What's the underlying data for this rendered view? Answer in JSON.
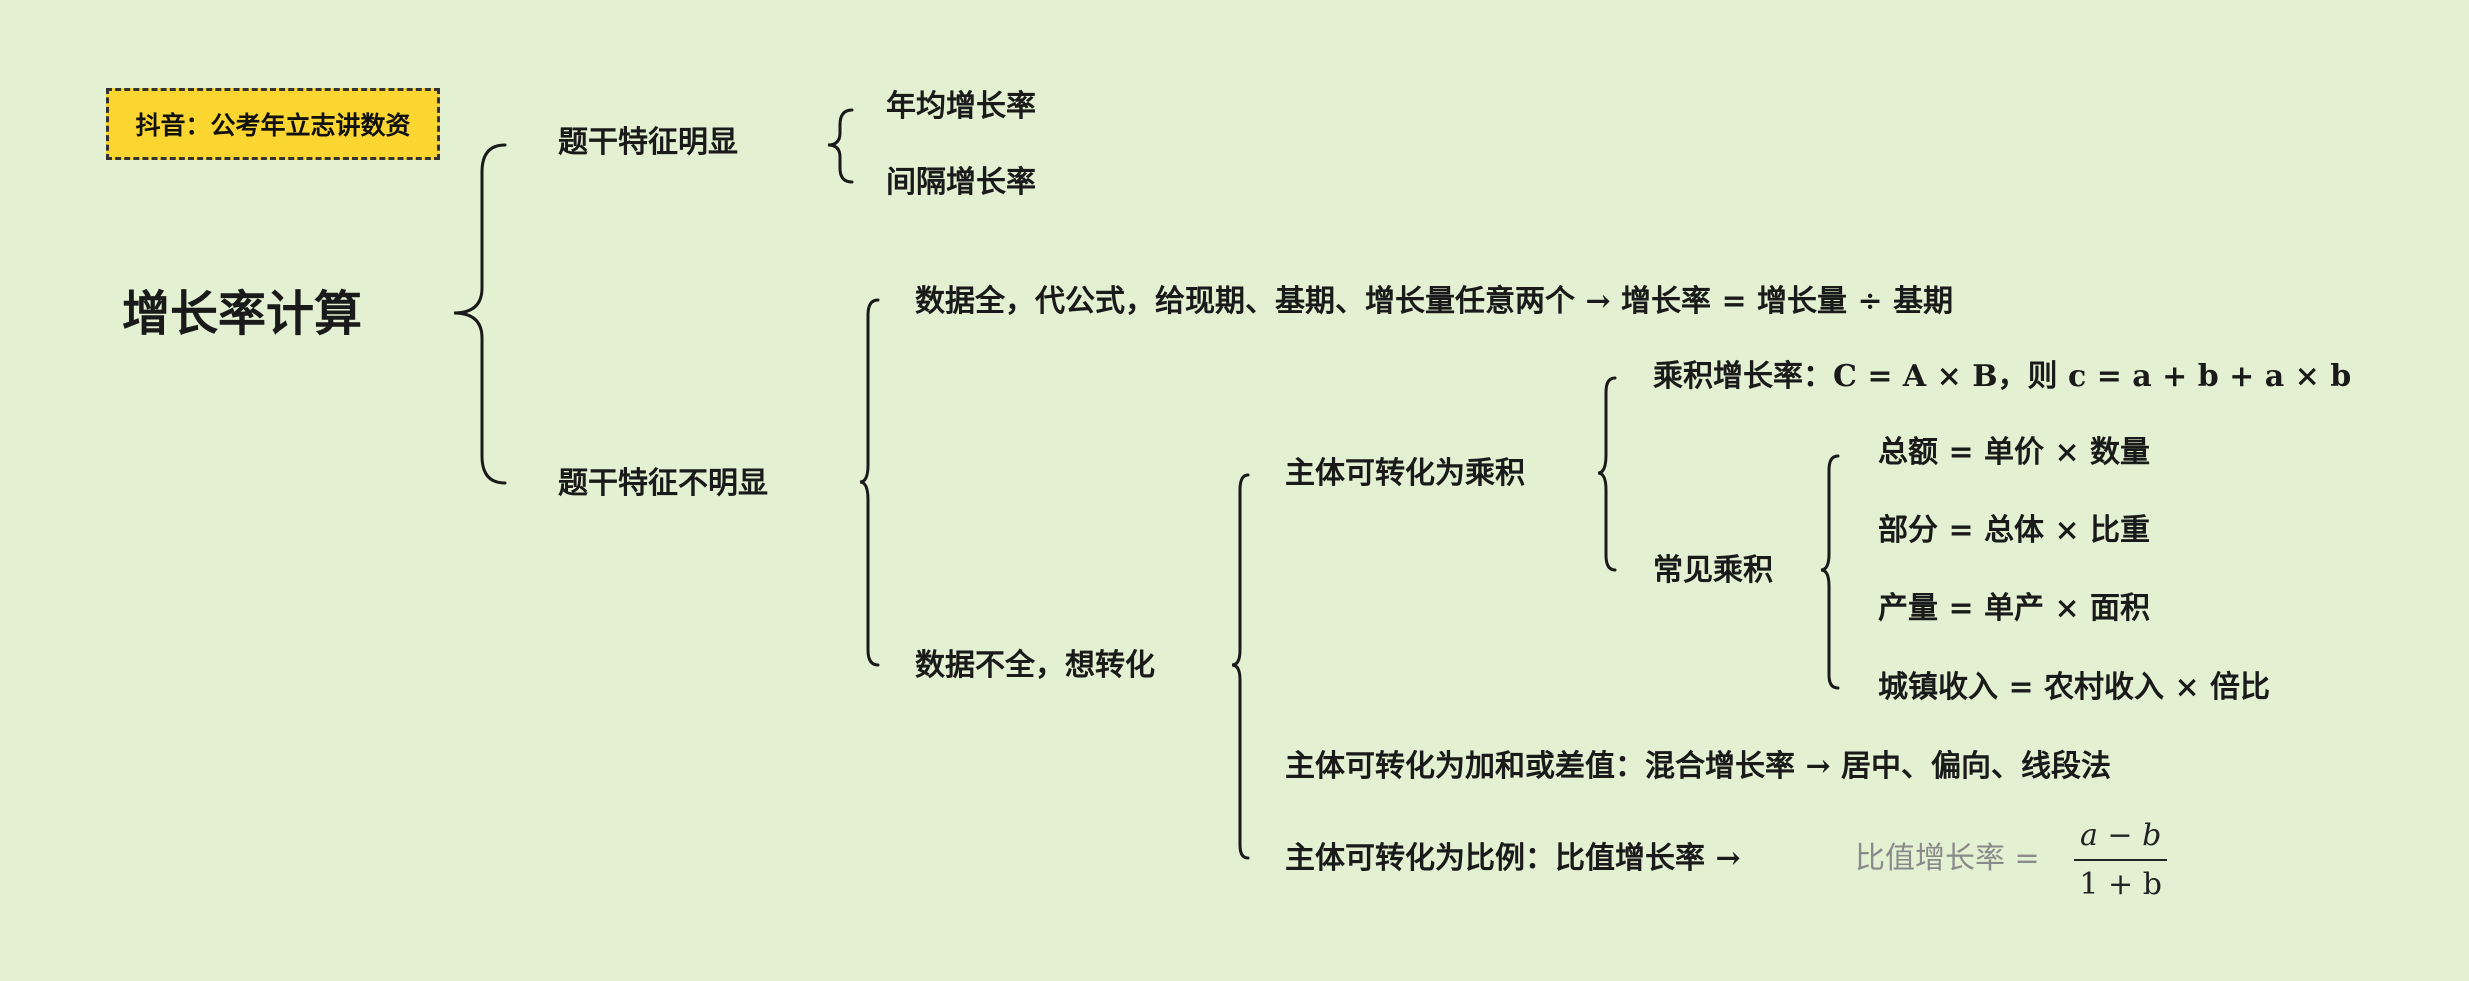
{
  "badge": "抖音：公考年立志讲数资",
  "root": "增长率计算",
  "branch_obvious": {
    "label": "题干特征明显",
    "children": [
      "年均增长率",
      "间隔增长率"
    ]
  },
  "branch_not_obvious": {
    "label": "题干特征不明显",
    "complete_data": "数据全，代公式，给现期、基期、增长量任意两个 → 增长率 = 增长量 ÷ 基期",
    "incomplete_data": {
      "label": "数据不全，想转化",
      "product": {
        "label": "主体可转化为乘积",
        "product_rate": "乘积增长率：C = A × B，则 c = a + b + a × b",
        "common": {
          "label": "常见乘积",
          "items": [
            "总额 = 单价 × 数量",
            "部分 = 总体 × 比重",
            "产量 = 单产 × 面积",
            "城镇收入 = 农村收入 × 倍比"
          ]
        }
      },
      "sum_diff": "主体可转化为加和或差值：混合增长率 → 居中、偏向、线段法",
      "ratio": {
        "label": "主体可转化为比例：比值增长率 →",
        "formula_text": "比值增长率 =",
        "numerator": "a − b",
        "denominator": "1 + b"
      }
    }
  }
}
